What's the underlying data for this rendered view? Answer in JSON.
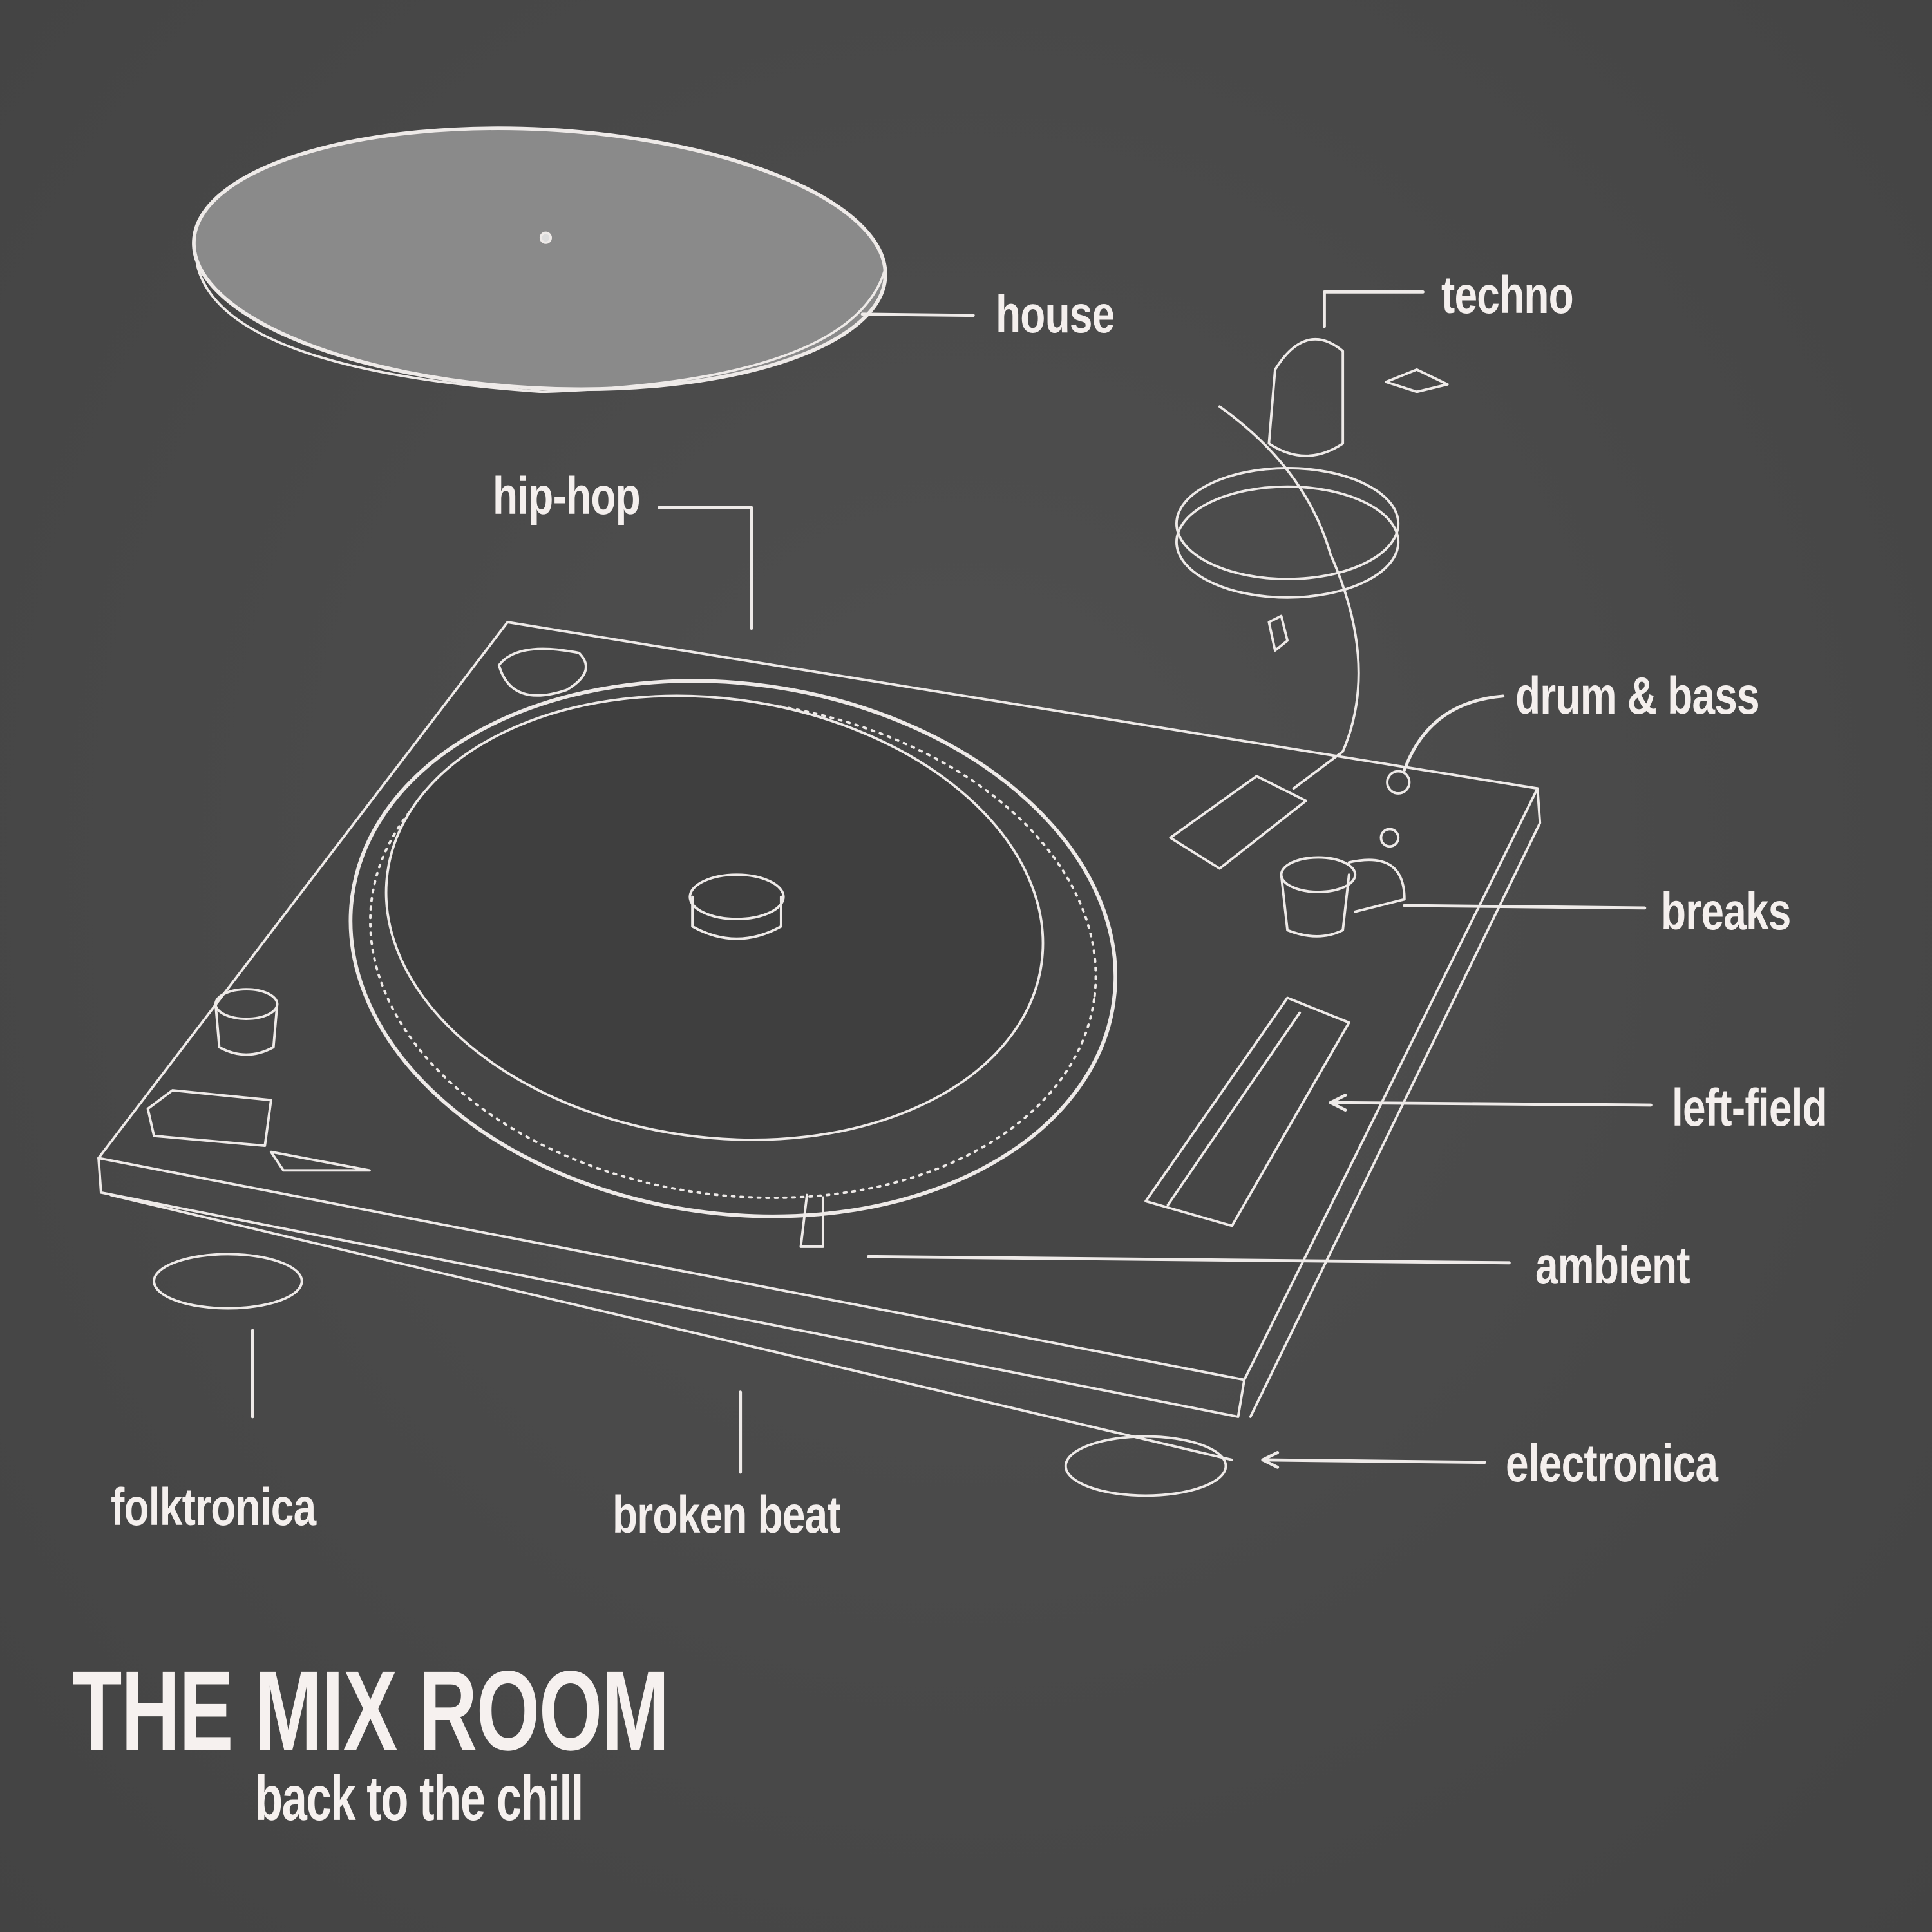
{
  "labels": {
    "house": "house",
    "techno": "techno",
    "hip_hop": "hip-hop",
    "drum_and_bass": "drum & bass",
    "breaks": "breaks",
    "left_field": "left-field",
    "ambient": "ambient",
    "electronica": "electronica",
    "folktronica": "folktronica",
    "broken_beat": "broken beat"
  },
  "title": "THE MIX ROOM",
  "subtitle": "back to the chill",
  "colors": {
    "background": "#4a4a4a",
    "ink": "#f4efed"
  }
}
